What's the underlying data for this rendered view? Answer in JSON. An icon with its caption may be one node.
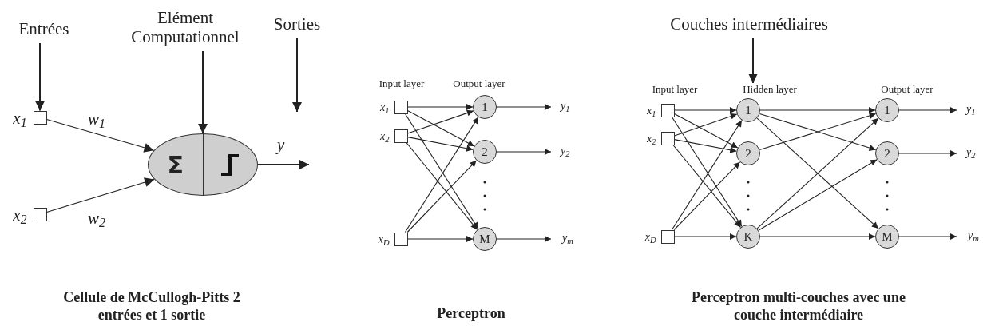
{
  "diagram": {
    "nodes": [
      {
        "text": [
          "Entrées"
        ]
      },
      {
        "text": [
          "Elément Computationnel"
        ]
      },
      {
        "text": [
          "Sorties"
        ]
      },
      {
        "text": [],
        "shape": "box",
        "beside": [
          "x$_{1}$"
        ]
      },
      {
        "text": [],
        "shape": "box",
        "beside": [
          "x$_{2}$"
        ]
      },
      {
        "text": [
          "Σ"
        ]
      },
      {
        "text": [],
        "shape": "box",
        "beside": [
          "x$_{1}$"
        ]
      },
      {
        "text": [],
        "shape": "box",
        "beside": [
          "x$_{2}$"
        ]
      },
      {
        "text": [],
        "shape": "box",
        "beside": [
          "x$_{D}$"
        ]
      },
      {
        "text": [
          "1"
        ]
      },
      {
        "text": [
          "2"
        ]
      },
      {
        "text": [
          "M"
        ]
      },
      {
        "text": [
          "Couches intermédiaires"
        ]
      },
      {
        "text": [],
        "shape": "box",
        "beside": [
          "x$_{1}$"
        ]
      },
      {
        "text": [],
        "shape": "box",
        "beside": [
          "x$_{2}$"
        ]
      },
      {
        "text": [],
        "shape": "box",
        "beside": [
          "x$_{D}$"
        ]
      },
      {
        "text": [
          "1"
        ]
      },
      {
        "text": [
          "2"
        ]
      },
      {
        "text": [
          "K"
        ]
      },
      {
        "text": [
          "1"
        ]
      },
      {
        "text": [
          "2"
        ]
      },
      {
        "text": [
          "M"
        ]
      },
      {
        "text": [
          "Hidden layer"
        ]
      }
    ],
    "edges": [
      {
        "from": 0,
        "to": 3,
        "arrow": "to"
      },
      {
        "from": 1,
        "to": 5,
        "arrow": "to"
      },
      {
        "from": 2,
        "to": null,
        "arrow": "to"
      },
      {
        "from": 3,
        "to": 5,
        "arrow": "to",
        "label": "w$_{1}$"
      },
      {
        "from": 4,
        "to": 5,
        "arrow": "to",
        "label": "w$_{2}$"
      },
      {
        "from": 5,
        "to": null,
        "arrow": "to",
        "label": "y"
      },
      {
        "from": 6,
        "to": 9,
        "arrow": "to"
      },
      {
        "from": 6,
        "to": 10,
        "arrow": "to"
      },
      {
        "from": 6,
        "to": 11,
        "arrow": "to"
      },
      {
        "from": 7,
        "to": 9,
        "arrow": "to"
      },
      {
        "from": 7,
        "to": 10,
        "arrow": "to"
      },
      {
        "from": 7,
        "to": 11,
        "arrow": "to"
      },
      {
        "from": 8,
        "to": 9,
        "arrow": "to"
      },
      {
        "from": 8,
        "to": 10,
        "arrow": "to"
      },
      {
        "from": 8,
        "to": 11,
        "arrow": "to"
      },
      {
        "from": 9,
        "to": null,
        "arrow": "to",
        "label": "y$_{1}$"
      },
      {
        "from": 10,
        "to": null,
        "arrow": "to",
        "label": "y$_{2}$"
      },
      {
        "from": 11,
        "to": null,
        "arrow": "to",
        "label": "y$_{m}$"
      },
      {
        "from": 12,
        "to": 22,
        "arrow": "to"
      },
      {
        "from": 13,
        "to": 16,
        "arrow": "to"
      },
      {
        "from": 13,
        "to": 17,
        "arrow": "to"
      },
      {
        "from": 13,
        "to": 18,
        "arrow": "to"
      },
      {
        "from": 14,
        "to": 16,
        "arrow": "to"
      },
      {
        "from": 14,
        "to": 17,
        "arrow": "to"
      },
      {
        "from": 14,
        "to": 18,
        "arrow": "to"
      },
      {
        "from": 15,
        "to": 16,
        "arrow": "to"
      },
      {
        "from": 15,
        "to": 17,
        "arrow": "to"
      },
      {
        "from": 15,
        "to": 18,
        "arrow": "to"
      },
      {
        "from": 16,
        "to": 19,
        "arrow": "to"
      },
      {
        "from": 16,
        "to": 20,
        "arrow": "to"
      },
      {
        "from": 16,
        "to": 21,
        "arrow": "to"
      },
      {
        "from": 17,
        "to": 19,
        "arrow": "to"
      },
      {
        "from": 18,
        "to": 19,
        "arrow": "to"
      },
      {
        "from": 18,
        "to": 20,
        "arrow": "to"
      },
      {
        "from": 18,
        "to": 21,
        "arrow": "to"
      },
      {
        "from": 19,
        "to": null,
        "arrow": "to",
        "label": "y$_{1}$"
      },
      {
        "from": 20,
        "to": null,
        "arrow": "to",
        "label": "y$_{2}$"
      },
      {
        "from": 21,
        "to": null,
        "arrow": "to",
        "label": "y$_{m}$"
      }
    ],
    "labels": [
      "Input layer",
      "Output layer",
      "Input layer",
      "Output layer",
      "Cellule de McCullogh-Pitts 2 entrées et 1 sortie",
      "Perceptron",
      "Perceptron multi-couches avec une couche intermédiaire"
    ]
  }
}
